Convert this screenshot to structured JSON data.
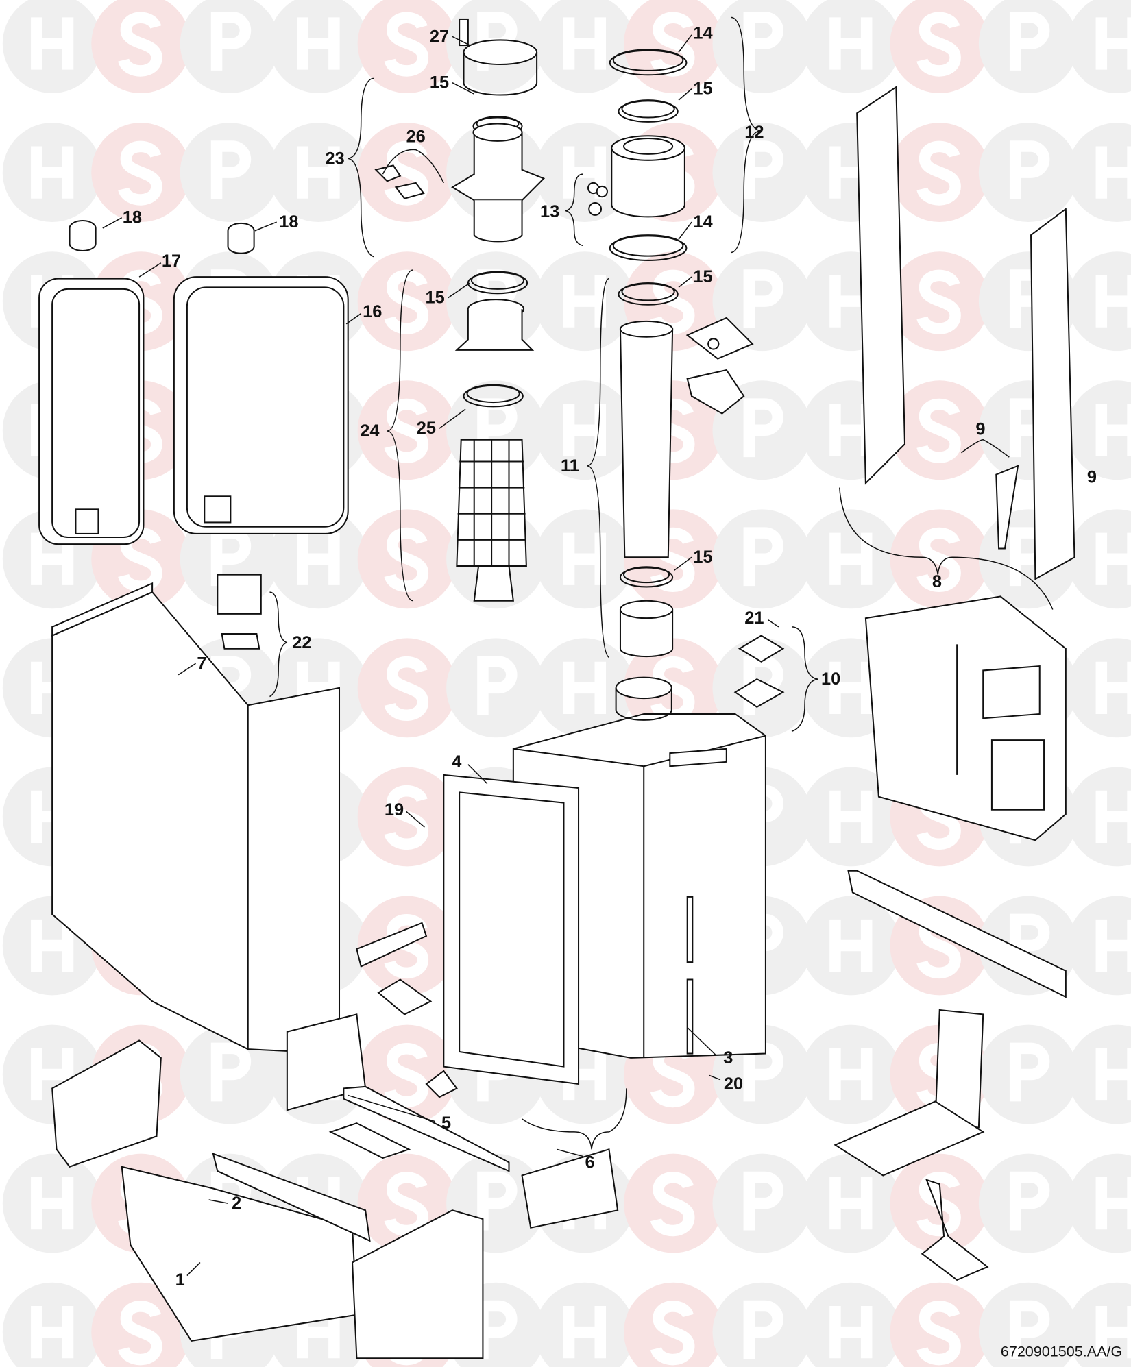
{
  "watermark": {
    "letters": [
      "H",
      "S",
      "P"
    ],
    "accent": "#f8e3e3",
    "neutral": "#efefef"
  },
  "labels": {
    "l27": "27",
    "l15a": "15",
    "l26": "26",
    "l23": "23",
    "l18a": "18",
    "l18b": "18",
    "l17": "17",
    "l16": "16",
    "l15b": "15",
    "l24": "24",
    "l25": "25",
    "l14a": "14",
    "l15c": "15",
    "l12": "12",
    "l13": "13",
    "l14b": "14",
    "l15d": "15",
    "l11": "11",
    "l15e": "15",
    "l9a": "9",
    "l9b": "9",
    "l8": "8",
    "l21": "21",
    "l10": "10",
    "l22": "22",
    "l7": "7",
    "l4": "4",
    "l19": "19",
    "l3": "3",
    "l20": "20",
    "l5": "5",
    "l6": "6",
    "l2": "2",
    "l1": "1"
  },
  "diagram_id": "6720901505.AA/G"
}
